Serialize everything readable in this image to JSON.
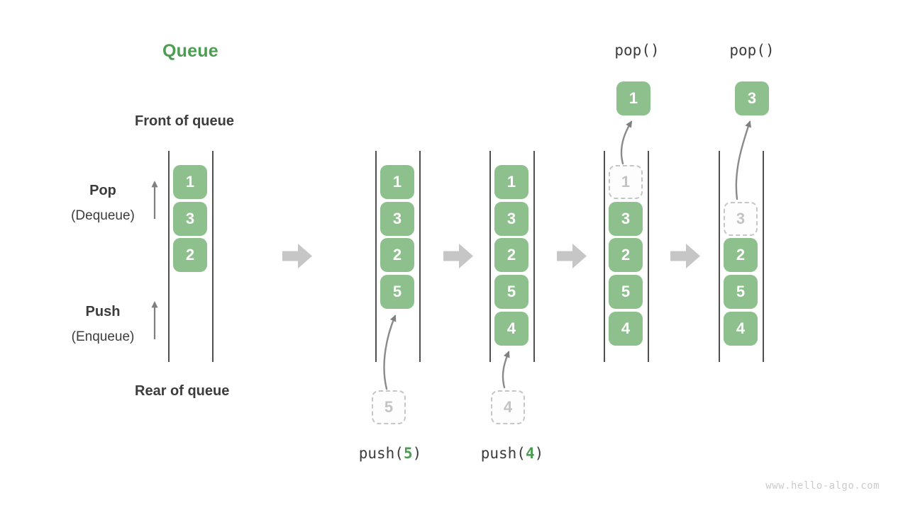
{
  "title": "Queue",
  "watermark": "www.hello-algo.com",
  "side_labels": {
    "front": "Front of queue",
    "rear": "Rear of queue",
    "pop_name": "Pop",
    "pop_alias": "(Dequeue)",
    "push_name": "Push",
    "push_alias": "(Enqueue)"
  },
  "colors": {
    "item_green": "#8dc08d",
    "accent_green": "#4b9e50",
    "text_dark": "#3c3c3c",
    "flow_arrow_gray": "#c6c6c6",
    "line_arrow_gray": "#7f7f7f"
  },
  "states": [
    {
      "name": "initial",
      "slots": [
        {
          "index": 0,
          "value": "1",
          "style": "solid"
        },
        {
          "index": 1,
          "value": "3",
          "style": "solid"
        },
        {
          "index": 2,
          "value": "2",
          "style": "solid"
        }
      ]
    },
    {
      "name": "after-push-5",
      "slots": [
        {
          "index": 0,
          "value": "1",
          "style": "solid"
        },
        {
          "index": 1,
          "value": "3",
          "style": "solid"
        },
        {
          "index": 2,
          "value": "2",
          "style": "solid"
        },
        {
          "index": 3,
          "value": "5",
          "style": "solid"
        }
      ],
      "incoming": "5",
      "operation": {
        "prefix": "push(",
        "arg": "5",
        "suffix": ")"
      }
    },
    {
      "name": "after-push-4",
      "slots": [
        {
          "index": 0,
          "value": "1",
          "style": "solid"
        },
        {
          "index": 1,
          "value": "3",
          "style": "solid"
        },
        {
          "index": 2,
          "value": "2",
          "style": "solid"
        },
        {
          "index": 3,
          "value": "5",
          "style": "solid"
        },
        {
          "index": 4,
          "value": "4",
          "style": "solid"
        }
      ],
      "incoming": "4",
      "operation": {
        "prefix": "push(",
        "arg": "4",
        "suffix": ")"
      }
    },
    {
      "name": "after-pop-1",
      "slots": [
        {
          "index": 0,
          "value": "1",
          "style": "dashed"
        },
        {
          "index": 1,
          "value": "3",
          "style": "solid"
        },
        {
          "index": 2,
          "value": "2",
          "style": "solid"
        },
        {
          "index": 3,
          "value": "5",
          "style": "solid"
        },
        {
          "index": 4,
          "value": "4",
          "style": "solid"
        }
      ],
      "popped": "1",
      "operation": {
        "prefix": "pop()",
        "arg": "",
        "suffix": ""
      }
    },
    {
      "name": "after-pop-3",
      "slots": [
        {
          "index": 1,
          "value": "3",
          "style": "dashed"
        },
        {
          "index": 2,
          "value": "2",
          "style": "solid"
        },
        {
          "index": 3,
          "value": "5",
          "style": "solid"
        },
        {
          "index": 4,
          "value": "4",
          "style": "solid"
        }
      ],
      "popped": "3",
      "operation": {
        "prefix": "pop()",
        "arg": "",
        "suffix": ""
      }
    }
  ]
}
